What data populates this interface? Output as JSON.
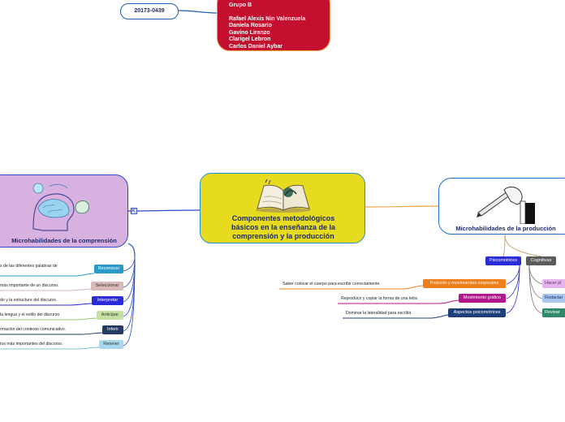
{
  "id_code": "20173-0439",
  "group": {
    "heading": "Grupo B",
    "members": [
      "Rafael Alexis Nin Valenzuela",
      "Daniela Rosario",
      "Gavino Liranzo",
      "Clarigel Lebron",
      "Carlos Daniel Aybar"
    ]
  },
  "central": {
    "lines": [
      "Componentes metodológicos",
      "básicos en la enseñanza de la",
      "comprensión y la producción"
    ]
  },
  "comprension": {
    "title": "Microhabilidades de la comprensión",
    "items": [
      {
        "label": "Reconocer",
        "text": "s de las diferentes palabras de",
        "color": "#2a9bc9",
        "text_color": "#ffffff"
      },
      {
        "label": "Seleccionar",
        "text": "más importante de un discurso.",
        "color": "#d9b9b9",
        "text_color": "#333333"
      },
      {
        "label": "Interpretar",
        "text": "do y la estructure del discurso.",
        "color": "#2c2bd8",
        "text_color": "#ffffff"
      },
      {
        "label": "Anticipar",
        "text": "la lengua y el estilo del discurso.",
        "color": "#c6e2a3",
        "text_color": "#333333"
      },
      {
        "label": "Inferir",
        "text": "rmación del contexto comunicativo.",
        "color": "#253a63",
        "text_color": "#ffffff"
      },
      {
        "label": "Retener",
        "text": "tos más importantes del discurso.",
        "color": "#a9d8ec",
        "text_color": "#333333"
      }
    ]
  },
  "produccion": {
    "title": "Microhabilidades de la producción",
    "psicomotrices": {
      "label": "Psicomotrices",
      "color": "#2c2bd8"
    },
    "cognitivas": {
      "label": "Cognitivas",
      "color": "#5b5b5b"
    },
    "psico_items": [
      {
        "label": "Posición y movimientos corporales",
        "text": "Saber colocar el cuerpo para escribir correctamente.",
        "color": "#f07f1a"
      },
      {
        "label": "Movimiento gráfico",
        "text": "Reproducir y copiar la forma de una letra",
        "color": "#b2178c"
      },
      {
        "label": "Aspectos psicomotrices",
        "text": "Dominar la lateralidad para escribir.",
        "color": "#1f3f7a"
      }
    ],
    "cog_items": [
      {
        "label": "Hacer pl",
        "color": "#e5b3ee",
        "text_color": "#5a3a6a"
      },
      {
        "label": "Redactar",
        "color": "#a9c8ee",
        "text_color": "#1c2a6b"
      },
      {
        "label": "Revisar",
        "color": "#2f8a6a",
        "text_color": "#ffffff"
      }
    ]
  }
}
